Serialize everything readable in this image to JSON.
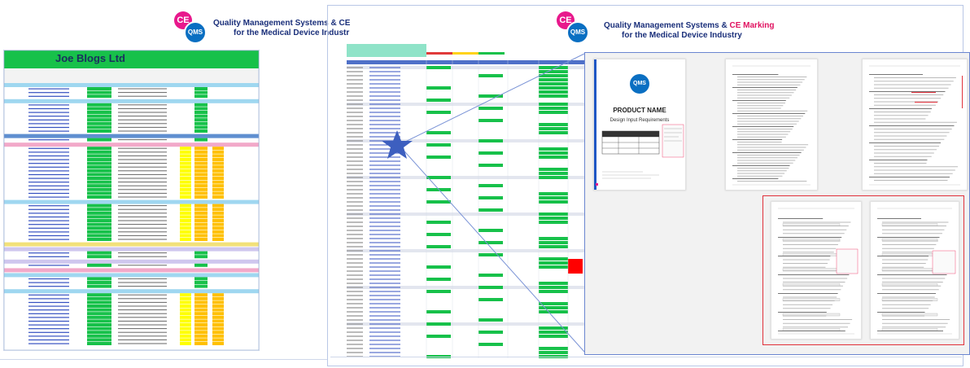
{
  "left_panel": {
    "brand_line1": "Quality Management Systems & CE",
    "brand_line2": "for the Medical Device Industr",
    "sheet_title": "Joe Blogs Ltd"
  },
  "right_panel": {
    "brand_line1_a": "Quality Management Systems & ",
    "brand_line1_b": "CE Marking",
    "brand_line2": "for the Medical Device Industry",
    "doc_product_name": "PRODUCT NAME",
    "doc_subtitle": "Design Input Requirements"
  },
  "colors": {
    "brand_blue": "#1a2f7a",
    "brand_pink": "#e8188c",
    "qms_blue": "#0a6fc2",
    "sheet_green": "#17c14a",
    "sheet_yellow": "#ffff00",
    "sheet_orange": "#ffc000",
    "header_teal": "#8fe3c8",
    "highlight_red": "#e0303a"
  },
  "icons": {
    "ce_badge": "ce-icon",
    "qms_badge": "qms-icon",
    "star": "star-icon"
  }
}
